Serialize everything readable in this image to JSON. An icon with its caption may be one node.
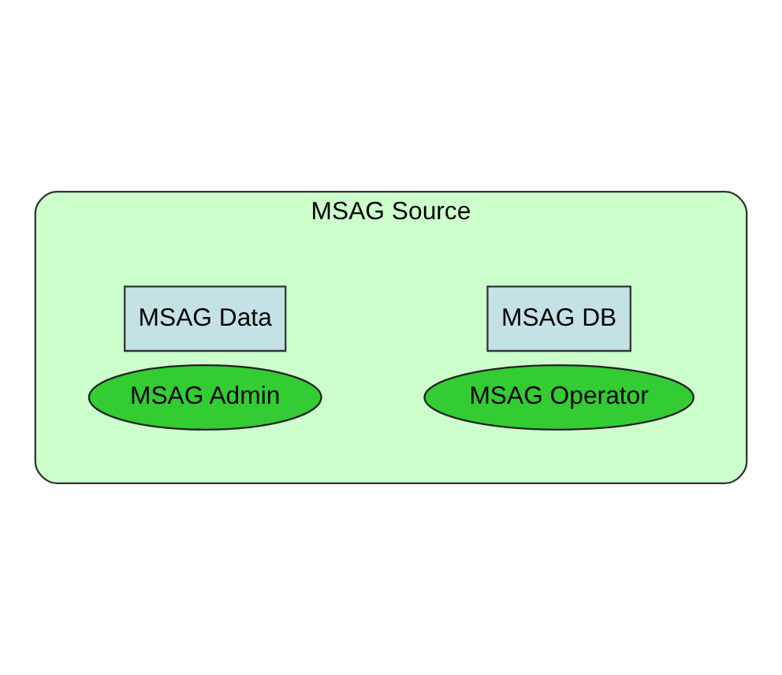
{
  "diagram": {
    "nodes": [
      {
        "text": [
          "MSAG Source"
        ]
      },
      {
        "text": [
          "MSAG DB"
        ],
        "in": 0
      },
      {
        "text": [
          "MSAG Operator"
        ],
        "in": 0
      },
      {
        "text": [
          "MSAG Data"
        ],
        "in": 0
      },
      {
        "text": [
          "MSAG Admin"
        ],
        "in": 0
      }
    ]
  }
}
